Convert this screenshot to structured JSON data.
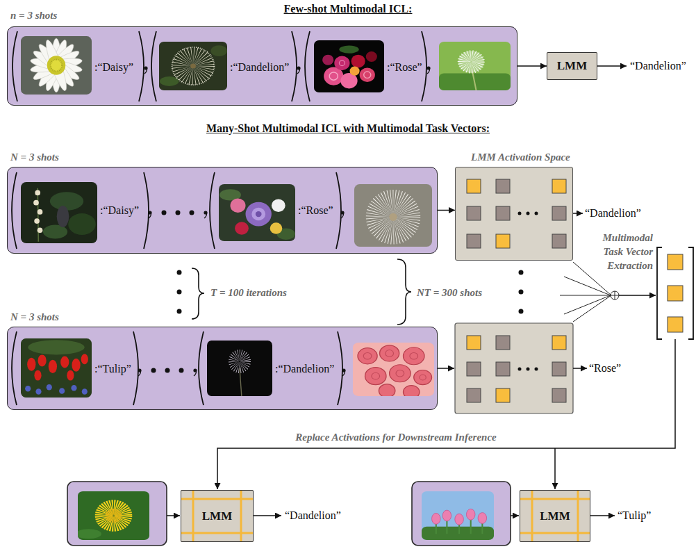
{
  "diagram": {
    "nodes": [
      {
        "text": [
          "n = 3 shots",
          ":“Daisy”",
          ":“Dandelion”",
          ":“Rose”"
        ]
      },
      {
        "text": [
          "LMM"
        ]
      },
      {
        "text": [
          "N = 3 shots",
          ":“Daisy”",
          ":“Rose”"
        ]
      },
      {
        "text": [
          "LMM Activation Space"
        ]
      },
      {
        "text": [
          "N = 3 shots",
          ":“Tulip”",
          ":“Dandelion”"
        ]
      },
      {
        "text": [
          "LMM"
        ]
      },
      {
        "text": [
          "LMM"
        ]
      }
    ],
    "edges": [
      {
        "from": 0,
        "to": 1,
        "arrow": "to"
      },
      {
        "from": 2,
        "to": 3,
        "arrow": "to"
      }
    ],
    "labels": [
      "Few-shot Multimodal ICL:",
      "“Dandelion”",
      "Many-Shot Multimodal ICL with Multimodal Task Vectors:",
      "“Dandelion”",
      "Multimodal Task Vector Extraction",
      "T = 100 iterations",
      "NT = 300 shots",
      "“Rose”",
      "Replace Activations for Downstream Inference",
      "“Dandelion”",
      "“Tulip”"
    ]
  }
}
